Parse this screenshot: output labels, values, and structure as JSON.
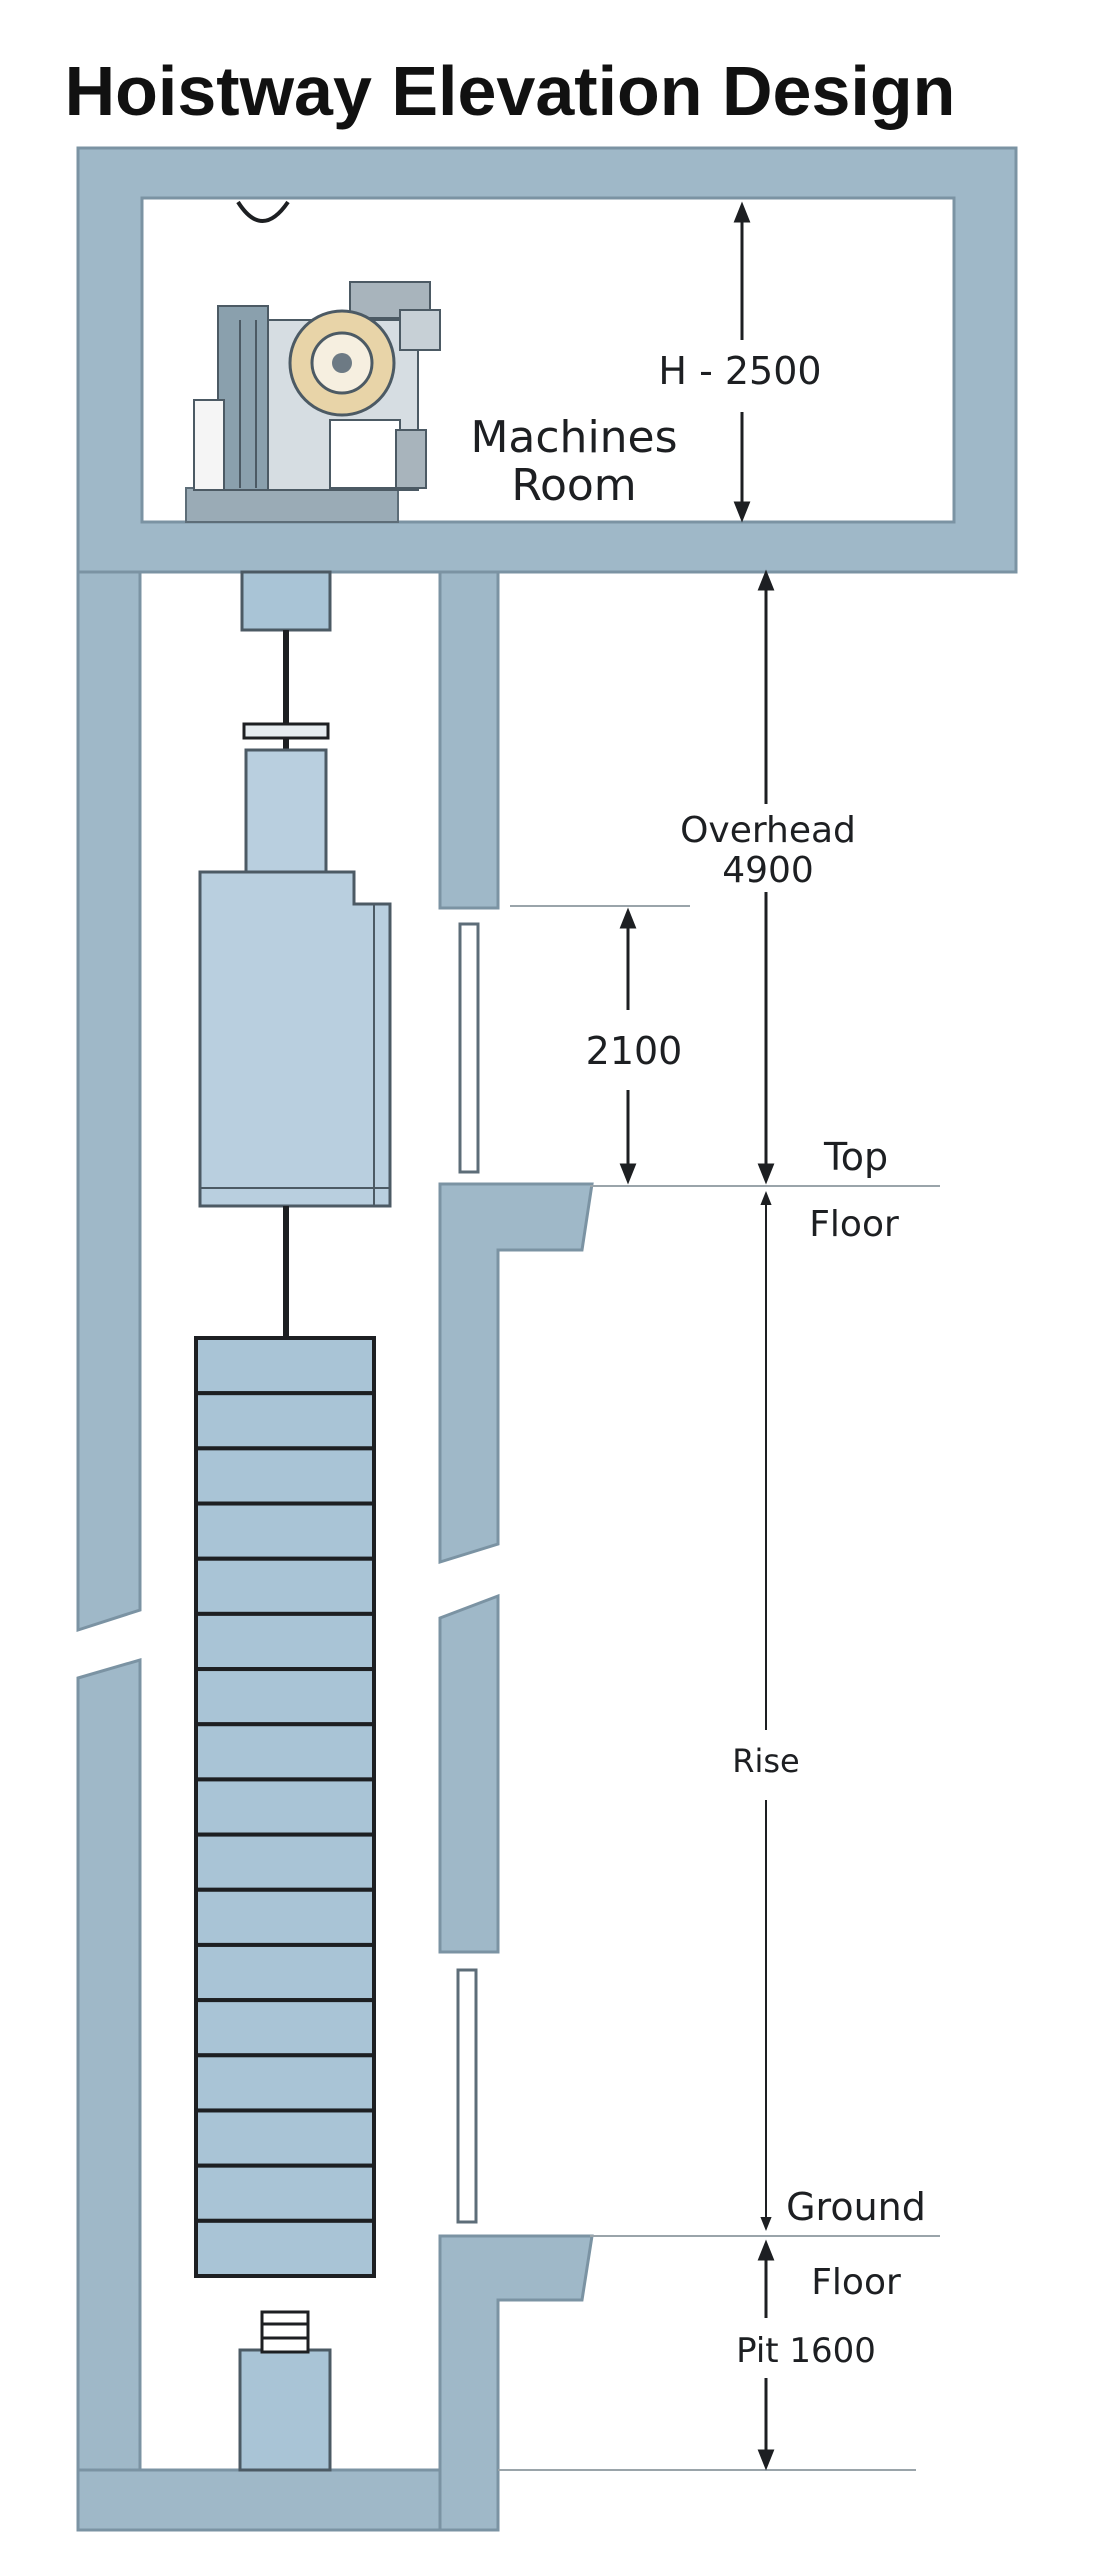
{
  "title": "Hoistway Elevation Design",
  "labels": {
    "machine_room_height": "H - 2500",
    "machine_room_line1": "Machines",
    "machine_room_line2": "Room",
    "overhead_line1": "Overhead",
    "overhead_line2": "4900",
    "door_height": "2100",
    "top_floor_line1": "Top",
    "top_floor_line2": "Floor",
    "rise": "Rise",
    "ground_floor_line1": "Ground",
    "ground_floor_line2": "Floor",
    "pit": "Pit 1600"
  },
  "colors": {
    "structure": "#9fb8c8",
    "structure_outline": "#7b93a3",
    "car": "#b9cfdf",
    "counterweight": "#a9c4d6",
    "dimension": "#1d1f22",
    "machine_drum": "#e8d4a8"
  },
  "counterweight_blocks": 17
}
